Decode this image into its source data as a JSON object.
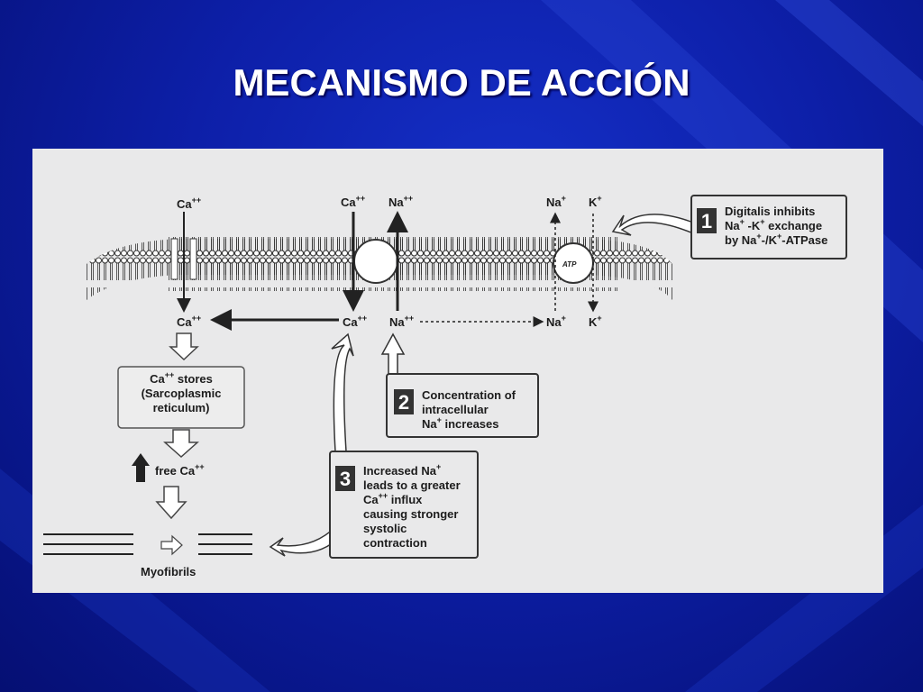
{
  "slide": {
    "title": "MECANISMO DE ACCIÓN"
  },
  "diagram": {
    "ions": {
      "ca_out": "Ca",
      "ca_out_sup": "++",
      "ca_in": "Ca",
      "ca_in_sup": "++",
      "ca_ex_out": "Ca",
      "ca_ex_out_sup": "++",
      "na_ex_out": "Na",
      "na_ex_out_sup": "++",
      "ca_ex_in": "Ca",
      "ca_ex_in_sup": "++",
      "na_ex_in": "Na",
      "na_ex_in_sup": "++",
      "na_pump_out": "Na",
      "na_pump_out_sup": "+",
      "k_pump_out": "K",
      "k_pump_out_sup": "+",
      "na_pump_in": "Na",
      "na_pump_in_sup": "+",
      "k_pump_in": "K",
      "k_pump_in_sup": "+",
      "atp": "ATP"
    },
    "stores": {
      "line1": "Ca",
      "line1_sup": "++",
      "line1_rest": " stores",
      "line2": "(Sarcoplasmic",
      "line3": "reticulum)"
    },
    "free_ca": {
      "text": "free Ca",
      "sup": "++"
    },
    "myofibrils": "Myofibrils",
    "callouts": [
      {
        "number": "1",
        "line1": "Digitalis inhibits",
        "line2a": "Na",
        "line2b": "+",
        "line2c": " -K",
        "line2d": "+",
        "line2e": " exchange",
        "line3a": "by Na",
        "line3b": "+",
        "line3c": "-/K",
        "line3d": "+",
        "line3e": "-ATPase"
      },
      {
        "number": "2",
        "line1": "Concentration of",
        "line2": "intracellular",
        "line3a": "Na",
        "line3b": "+",
        "line3c": " increases"
      },
      {
        "number": "3",
        "line1a": "Increased Na",
        "line1b": "+",
        "line2": "leads to a greater",
        "line3a": "Ca",
        "line3b": "++",
        "line3c": " influx",
        "line4": "causing stronger",
        "line5": "systolic",
        "line6": "contraction"
      }
    ]
  }
}
